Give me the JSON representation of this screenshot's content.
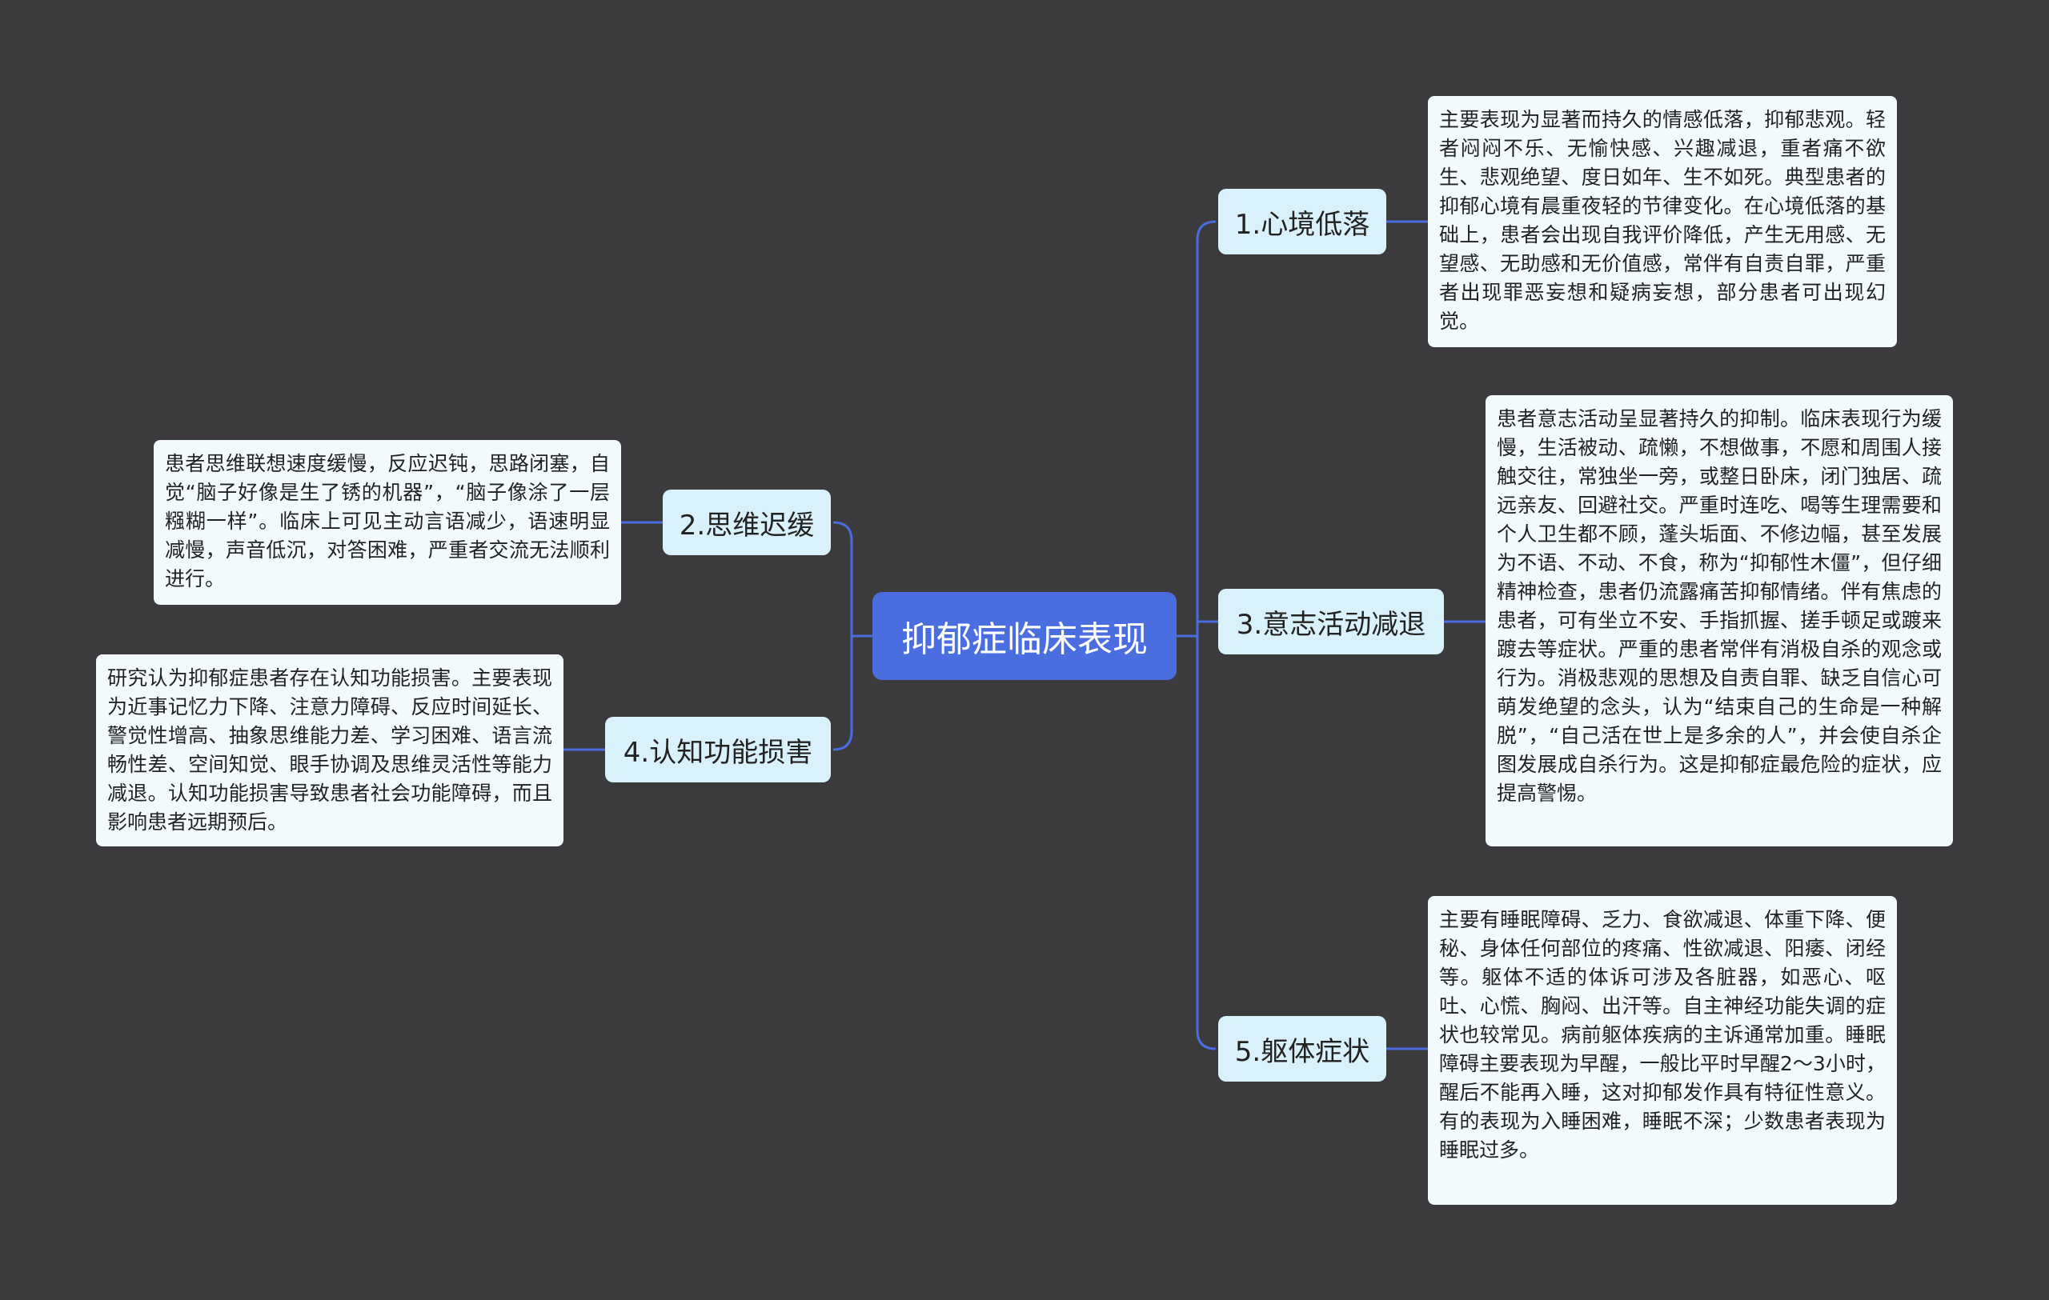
{
  "colors": {
    "background": "#3b3a3c",
    "root": "#4a6ee0",
    "branch": "#d9f1fb",
    "leaf": "#f2fafd",
    "connector": "#4a6ee0"
  },
  "root": {
    "label": "抑郁症临床表现"
  },
  "branches": [
    {
      "label": "1.心境低落",
      "detail": "主要表现为显著而持久的情感低落，抑郁悲观。轻者闷闷不乐、无愉快感、兴趣减退，重者痛不欲生、悲观绝望、度日如年、生不如死。典型患者的抑郁心境有晨重夜轻的节律变化。在心境低落的基础上，患者会出现自我评价降低，产生无用感、无望感、无助感和无价值感，常伴有自责自罪，严重者出现罪恶妄想和疑病妄想，部分患者可出现幻觉。"
    },
    {
      "label": "2.思维迟缓",
      "detail": "患者思维联想速度缓慢，反应迟钝，思路闭塞，自觉“脑子好像是生了锈的机器”，“脑子像涂了一层糨糊一样”。临床上可见主动言语减少，语速明显减慢，声音低沉，对答困难，严重者交流无法顺利进行。"
    },
    {
      "label": "3.意志活动减退",
      "detail": "患者意志活动呈显著持久的抑制。临床表现行为缓慢，生活被动、疏懒，不想做事，不愿和周围人接触交往，常独坐一旁，或整日卧床，闭门独居、疏远亲友、回避社交。严重时连吃、喝等生理需要和个人卫生都不顾，蓬头垢面、不修边幅，甚至发展为不语、不动、不食，称为“抑郁性木僵”，但仔细精神检查，患者仍流露痛苦抑郁情绪。伴有焦虑的患者，可有坐立不安、手指抓握、搓手顿足或踱来踱去等症状。严重的患者常伴有消极自杀的观念或行为。消极悲观的思想及自责自罪、缺乏自信心可萌发绝望的念头，认为“结束自己的生命是一种解脱”，“自己活在世上是多余的人”，并会使自杀企图发展成自杀行为。这是抑郁症最危险的症状，应提高警惕。"
    },
    {
      "label": "4.认知功能损害",
      "detail": "研究认为抑郁症患者存在认知功能损害。主要表现为近事记忆力下降、注意力障碍、反应时间延长、警觉性增高、抽象思维能力差、学习困难、语言流畅性差、空间知觉、眼手协调及思维灵活性等能力减退。认知功能损害导致患者社会功能障碍，而且影响患者远期预后。"
    },
    {
      "label": "5.躯体症状",
      "detail": "主要有睡眠障碍、乏力、食欲减退、体重下降、便秘、身体任何部位的疼痛、性欲减退、阳痿、闭经等。躯体不适的体诉可涉及各脏器，如恶心、呕吐、心慌、胸闷、出汗等。自主神经功能失调的症状也较常见。病前躯体疾病的主诉通常加重。睡眠障碍主要表现为早醒，一般比平时早醒2～3小时，醒后不能再入睡，这对抑郁发作具有特征性意义。有的表现为入睡困难，睡眠不深；少数患者表现为睡眠过多。"
    }
  ]
}
